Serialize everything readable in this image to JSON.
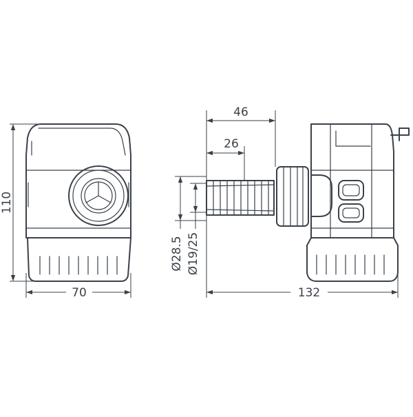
{
  "dimensions": {
    "height": "110",
    "width_front": "70",
    "length_side": "132",
    "outlet_length": "46",
    "hose_length": "26",
    "outlet_diameter": "Ø28.5",
    "hose_diameter": "Ø19/25"
  },
  "colors": {
    "line": "#3a4149",
    "background": "#ffffff"
  }
}
